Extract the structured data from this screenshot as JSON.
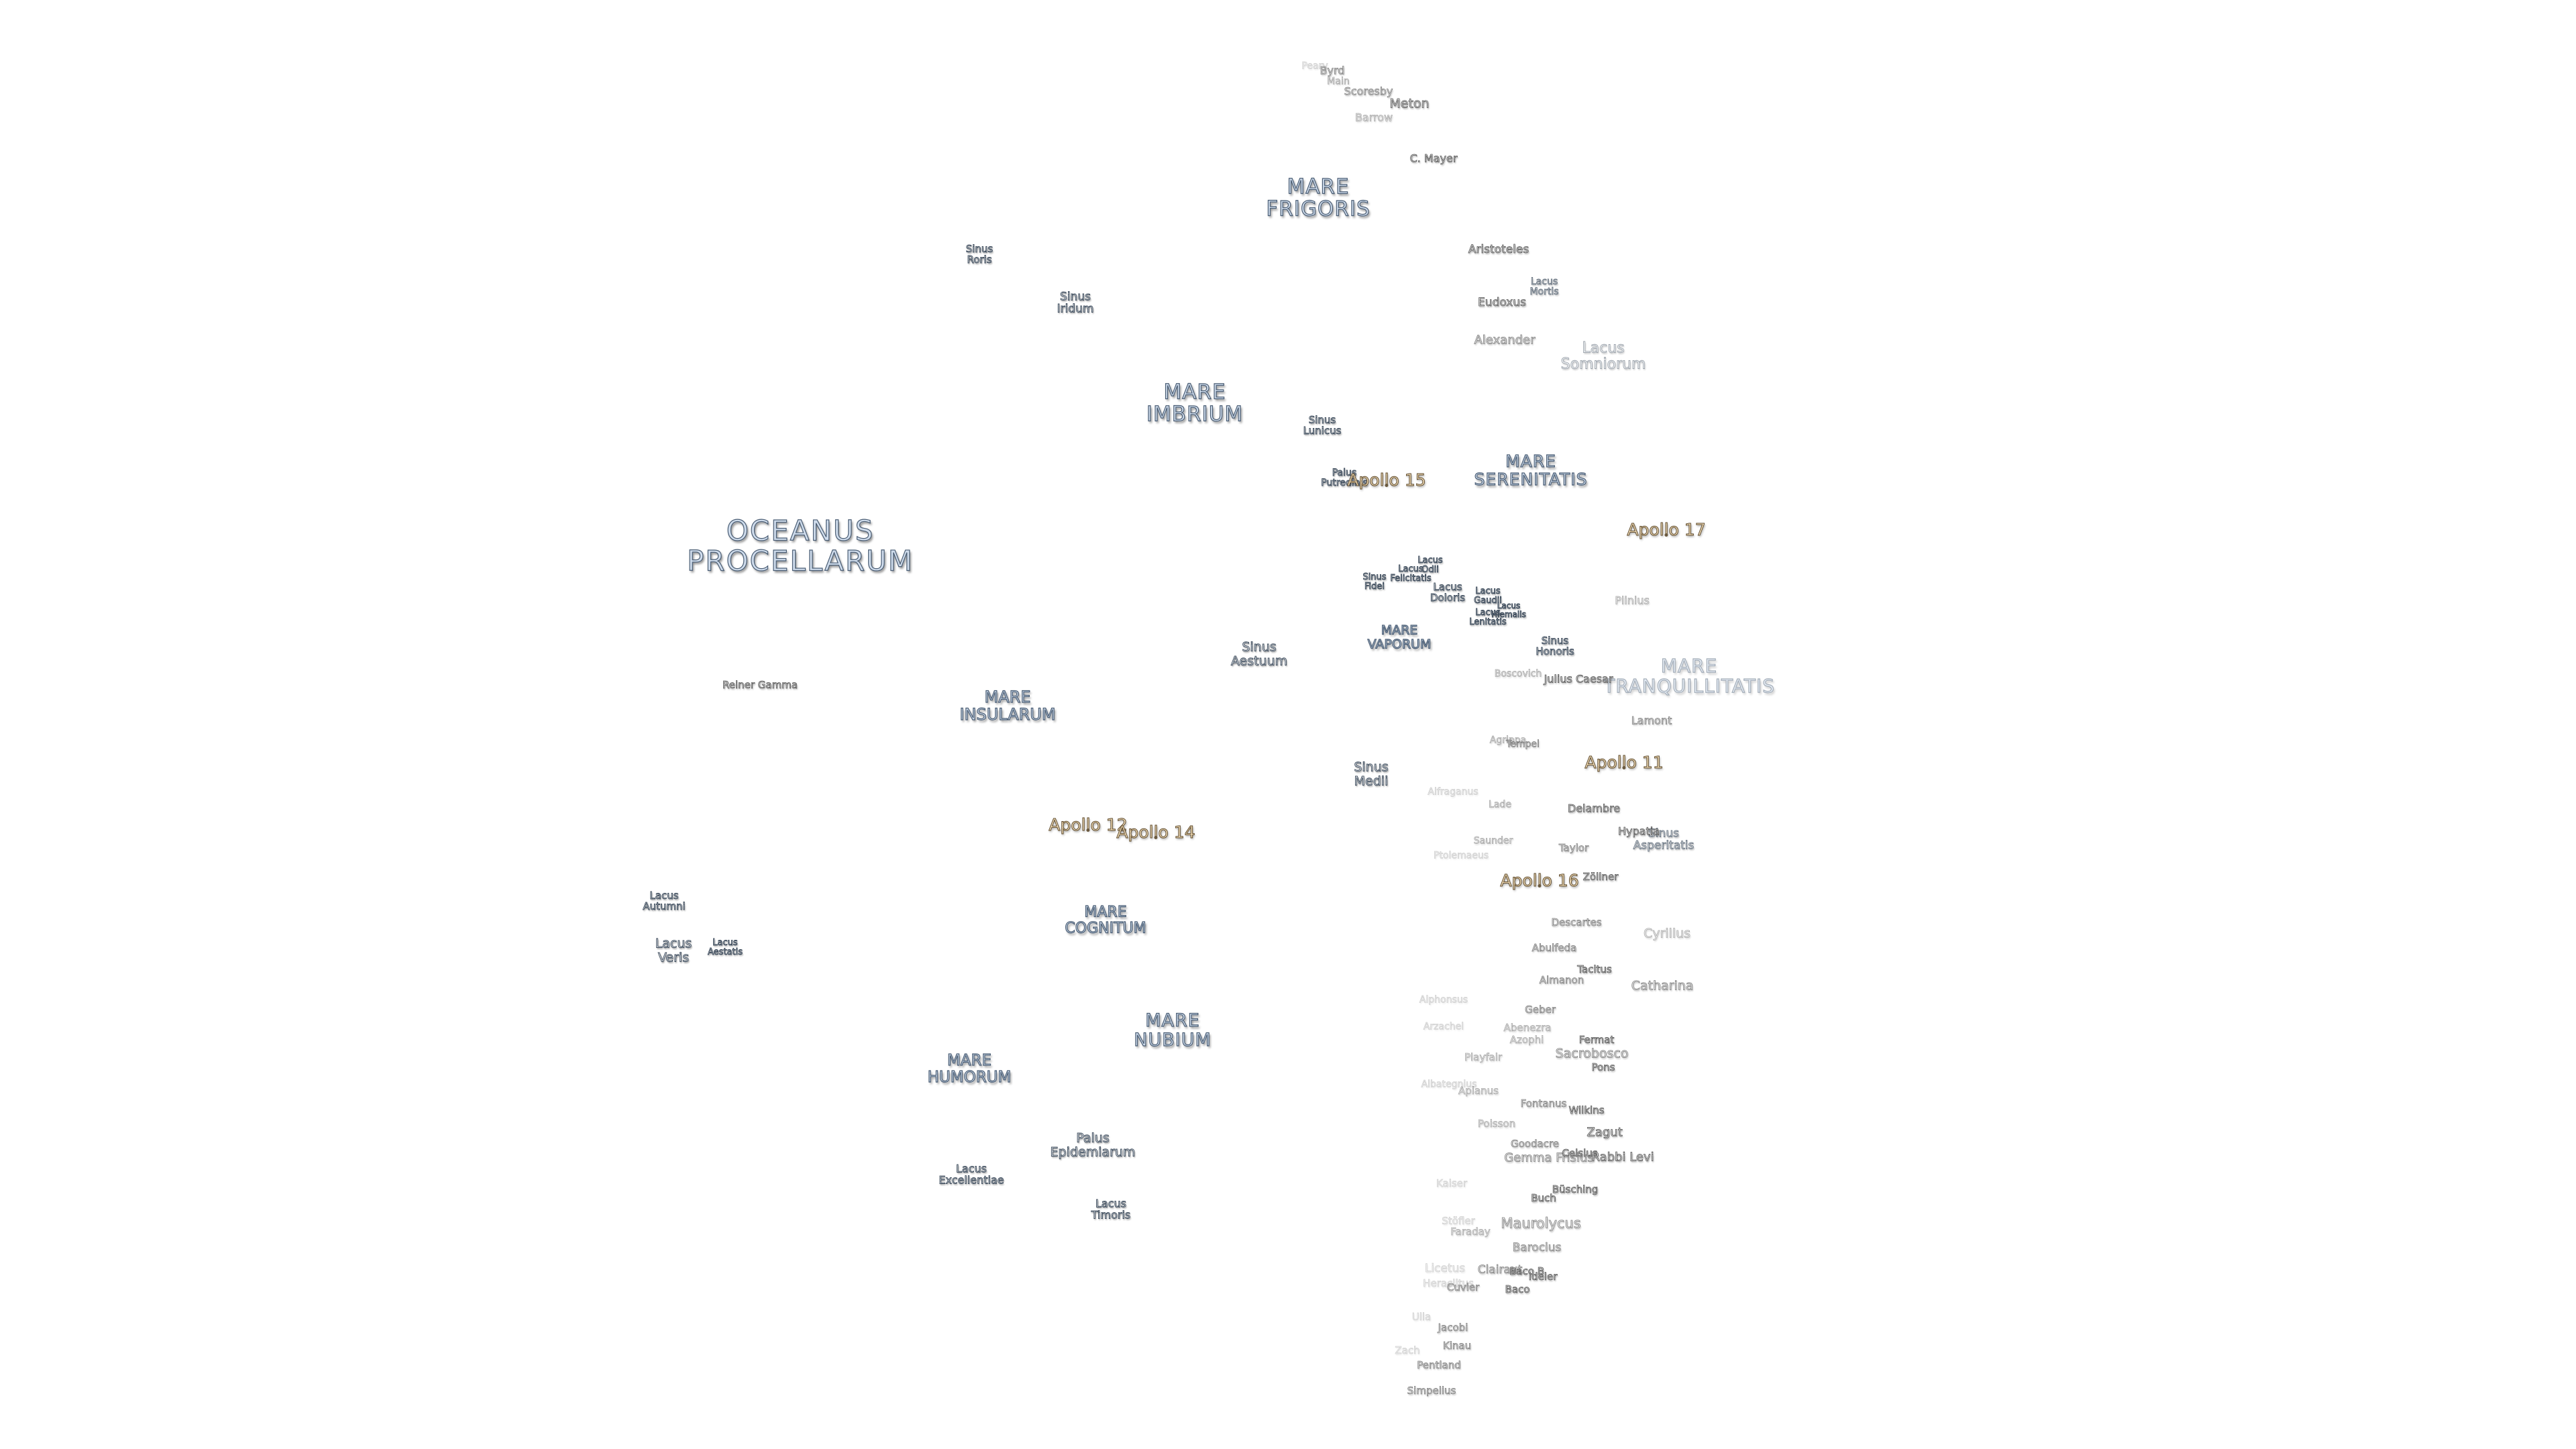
{
  "map": {
    "seas": {
      "mare_frigoris": "MARE\nFRIGORIS",
      "mare_imbrium": "MARE\nIMBRIUM",
      "oceanus_procellarum": "OCEANUS\nPROCELLARUM",
      "mare_serenitatis": "MARE\nSERENITATIS",
      "mare_tranquillitatis": "MARE\nTRANQUILLITATIS",
      "mare_vaporum": "MARE\nVAPORUM",
      "mare_insularum": "MARE\nINSULARUM",
      "mare_cognitum": "MARE\nCOGNITUM",
      "mare_nubium": "MARE\nNUBIUM",
      "mare_humorum": "MARE\nHUMORUM"
    },
    "features": {
      "sinus_roris": "Sinus\nRoris",
      "sinus_iridum": "Sinus\nIridum",
      "sinus_lunicus": "Sinus\nLunicus",
      "palus_putredinis": "Palus\nPutredinis",
      "lacus_mortis": "Lacus\nMortis",
      "lacus_somniorum": "Lacus\nSomniorum",
      "lacus_odii": "Lacus\nOdii",
      "lacus_felicitatis": "Lacus\nFelicitatis",
      "sinus_fidei": "Sinus\nFidei",
      "lacus_doloris": "Lacus\nDoloris",
      "lacus_gaudii": "Lacus\nGaudii",
      "lacus_hiemalis": "Lacus\nHiemalis",
      "lacus_lenitatis": "Lacus\nLenitatis",
      "sinus_honoris": "Sinus\nHonoris",
      "sinus_aestuum": "Sinus\nAestuum",
      "sinus_medii": "Sinus\nMedii",
      "sinus_asperitatis": "Sinus\nAsperitatis",
      "lacus_autumni": "Lacus\nAutumni",
      "lacus_veris": "Lacus\nVeris",
      "lacus_aestatis": "Lacus\nAestatis",
      "palus_epidemiarum": "Palus\nEpidemiarum",
      "lacus_excellentiae": "Lacus\nExcellentiae",
      "lacus_timoris": "Lacus\nTimoris"
    },
    "craters": {
      "peary": "Peary",
      "byrd": "Byrd",
      "main": "Main",
      "scoresby": "Scoresby",
      "meton": "Meton",
      "barrow": "Barrow",
      "c_mayer": "C. Mayer",
      "aristoteles": "Aristoteles",
      "eudoxus": "Eudoxus",
      "alexander": "Alexander",
      "plinius": "Plinius",
      "reiner_gamma": "Reiner Gamma",
      "boscovich": "Boscovich",
      "julius_caesar": "Julius Caesar",
      "lamont": "Lamont",
      "agrippa": "Agrippa",
      "tempel": "Tempel",
      "lade": "Lade",
      "delambre": "Delambre",
      "hypatia": "Hypatia",
      "saunder": "Saunder",
      "taylor": "Taylor",
      "zollner": "Zöllner",
      "descartes": "Descartes",
      "cyrillus": "Cyrillus",
      "abulfeda": "Abulfeda",
      "tacitus": "Tacitus",
      "almanon": "Almanon",
      "catharina": "Catharina",
      "alfraganus_faint": "Alfraganus",
      "ptolemaeus_faint": "Ptolemaeus",
      "alphonsus_faint": "Alphonsus",
      "arzachel_faint": "Arzachel",
      "albategnius_faint": "Albategnius",
      "geber": "Geber",
      "abenezra": "Abenezra",
      "azophi": "Azophi",
      "fermat": "Fermat",
      "sacrobosco": "Sacrobosco",
      "pons": "Pons",
      "playfair": "Playfair",
      "apianus": "Apianus",
      "fontanus": "Fontanus",
      "wilkins": "Wilkins",
      "zagut": "Zagut",
      "poisson": "Poisson",
      "goodacre": "Goodacre",
      "gemma_frisius": "Gemma Frisius",
      "celsius": "Celsius",
      "rabbi_levi": "Rabbi Levi",
      "kaiser": "Kaiser",
      "busching": "Büsching",
      "buch": "Buch",
      "stöfler": "Stöfler",
      "faraday": "Faraday",
      "maurolycus": "Maurolycus",
      "barocius": "Barocius",
      "licetus": "Licetus",
      "heraclitus": "Heraclitus",
      "clairaut": "Clairaut",
      "baco_b": "Baco B",
      "cuvier": "Cuvier",
      "baco": "Baco",
      "ideler": "Ideler",
      "ulla": "Ulla",
      "jacobi": "Jacobi",
      "kinau": "Kinau",
      "zach": "Zach",
      "pentland": "Pentland",
      "simpelius": "Simpelius"
    },
    "apollo": {
      "apollo_15": "Apollo 15",
      "apollo_17": "Apollo 17",
      "apollo_11": "Apollo 11",
      "apollo_12": "Apollo 12",
      "apollo_14": "Apollo 14",
      "apollo_16": "Apollo 16"
    }
  }
}
